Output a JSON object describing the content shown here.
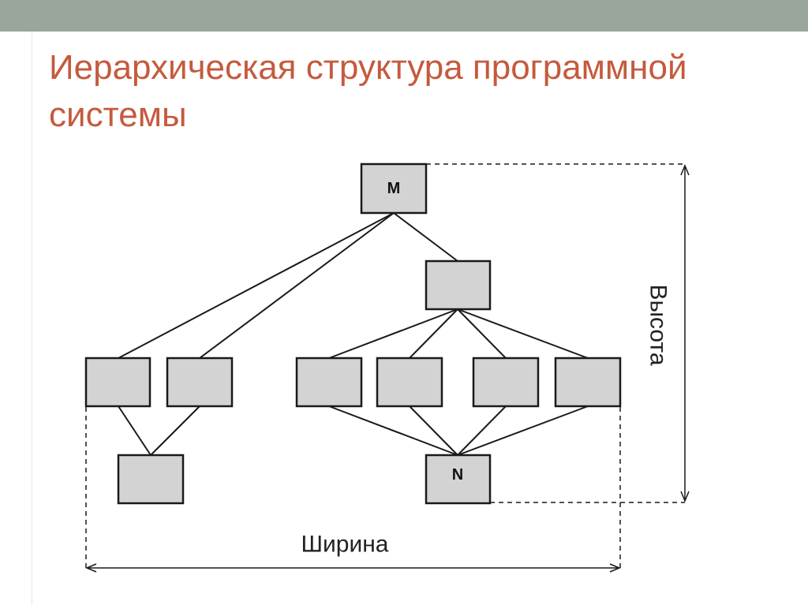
{
  "slide": {
    "title": "Иерархическая структура программной системы"
  },
  "diagram": {
    "nodes": {
      "m": {
        "label": "M"
      },
      "n": {
        "label": "N"
      }
    },
    "dimensions": {
      "height_label": "Высота",
      "width_label": "Ширина"
    }
  },
  "colors": {
    "title": "#c55a3d",
    "top_bar": "#9aa59c",
    "box_fill": "#d3d3d3",
    "stroke": "#1a1a1a"
  }
}
